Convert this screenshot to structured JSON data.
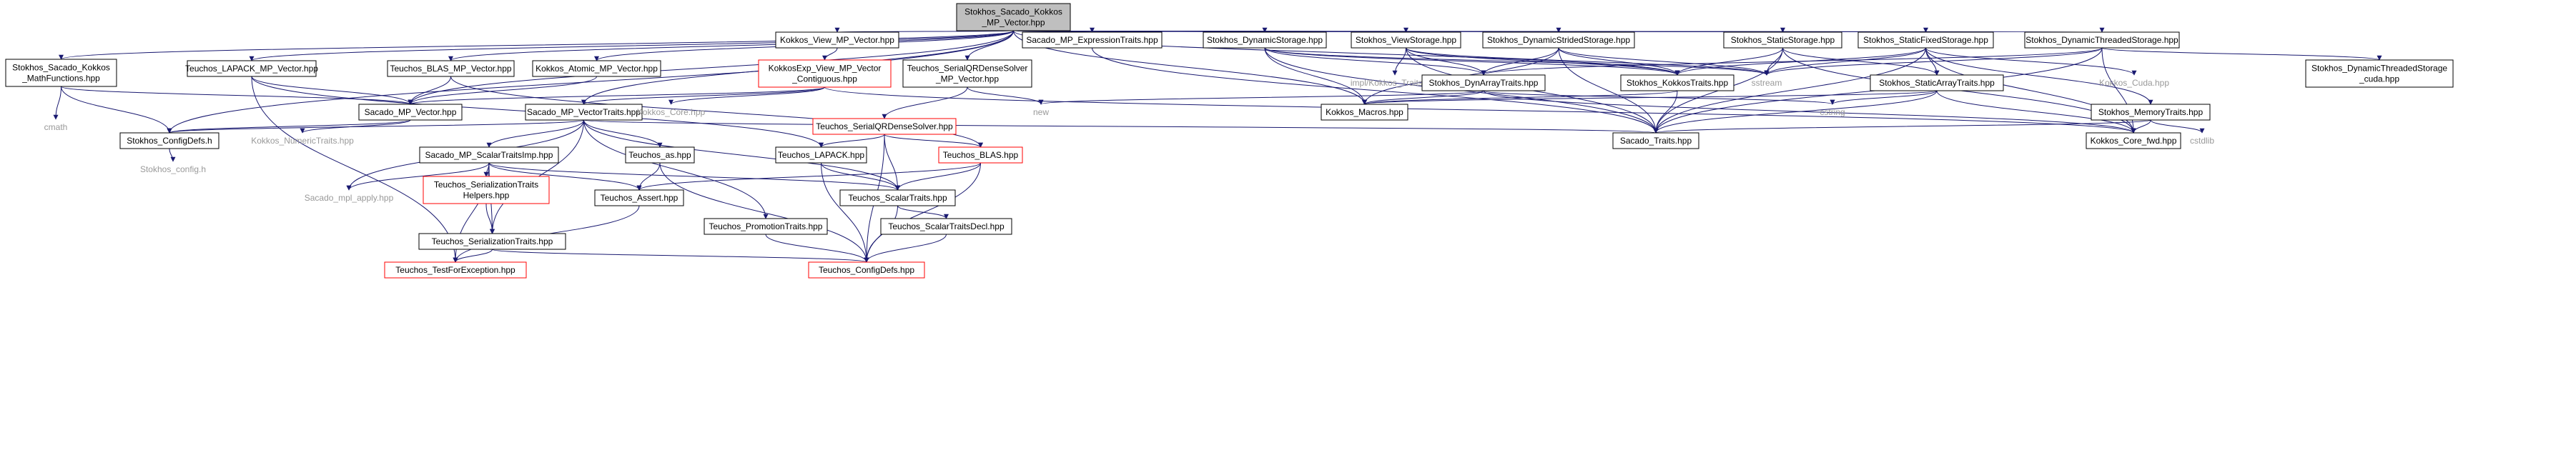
{
  "diagram": {
    "edge_color": "#191970",
    "root_fill": "#bfbfbf",
    "missing_doc_border": "#ff0000",
    "nodes": [
      {
        "id": "root",
        "lines": [
          "Stokhos_Sacado_Kokkos",
          "_MP_Vector.hpp"
        ],
        "style": "root"
      },
      {
        "id": "mathfn",
        "lines": [
          "Stokhos_Sacado_Kokkos",
          "_MathFunctions.hpp"
        ],
        "style": "normal"
      },
      {
        "id": "cmath",
        "lines": [
          "cmath"
        ],
        "style": "bare"
      },
      {
        "id": "lapackmp",
        "lines": [
          "Teuchos_LAPACK_MP_Vector.hpp"
        ],
        "style": "normal"
      },
      {
        "id": "blasmp",
        "lines": [
          "Teuchos_BLAS_MP_Vector.hpp"
        ],
        "style": "normal"
      },
      {
        "id": "atomicmp",
        "lines": [
          "Kokkos_Atomic_MP_Vector.hpp"
        ],
        "style": "normal"
      },
      {
        "id": "viewmp",
        "lines": [
          "Kokkos_View_MP_Vector.hpp"
        ],
        "style": "normal"
      },
      {
        "id": "viewcontig",
        "lines": [
          "KokkosExp_View_MP_Vector",
          "_Contiguous.hpp"
        ],
        "style": "red"
      },
      {
        "id": "serialqrmp",
        "lines": [
          "Teuchos_SerialQRDenseSolver",
          "_MP_Vector.hpp"
        ],
        "style": "normal"
      },
      {
        "id": "exprtraits",
        "lines": [
          "Sacado_MP_ExpressionTraits.hpp"
        ],
        "style": "normal"
      },
      {
        "id": "dynstorage",
        "lines": [
          "Stokhos_DynamicStorage.hpp"
        ],
        "style": "normal"
      },
      {
        "id": "viewstorage",
        "lines": [
          "Stokhos_ViewStorage.hpp"
        ],
        "style": "normal"
      },
      {
        "id": "dynstrided",
        "lines": [
          "Stokhos_DynamicStridedStorage.hpp"
        ],
        "style": "normal"
      },
      {
        "id": "staticstorage",
        "lines": [
          "Stokhos_StaticStorage.hpp"
        ],
        "style": "normal"
      },
      {
        "id": "staticfixed",
        "lines": [
          "Stokhos_StaticFixedStorage.hpp"
        ],
        "style": "normal"
      },
      {
        "id": "dynthreaded",
        "lines": [
          "Stokhos_DynamicThreadedStorage.hpp"
        ],
        "style": "normal"
      },
      {
        "id": "dynthreadedcuda",
        "lines": [
          "Stokhos_DynamicThreadedStorage",
          "_cuda.hpp"
        ],
        "style": "normal"
      },
      {
        "id": "impltraits",
        "lines": [
          "impl/Kokkos_Traits.hpp"
        ],
        "style": "bare"
      },
      {
        "id": "dynarraytraits",
        "lines": [
          "Stokhos_DynArrayTraits.hpp"
        ],
        "style": "normal"
      },
      {
        "id": "kokkostraits",
        "lines": [
          "Stokhos_KokkosTraits.hpp"
        ],
        "style": "normal"
      },
      {
        "id": "sstream",
        "lines": [
          "sstream"
        ],
        "style": "bare"
      },
      {
        "id": "kokkoscuda",
        "lines": [
          "Kokkos_Cuda.hpp"
        ],
        "style": "bare"
      },
      {
        "id": "staticarraytraits",
        "lines": [
          "Stokhos_StaticArrayTraits.hpp"
        ],
        "style": "normal"
      },
      {
        "id": "mpvector",
        "lines": [
          "Sacado_MP_Vector.hpp"
        ],
        "style": "normal"
      },
      {
        "id": "mpvectortraits",
        "lines": [
          "Sacado_MP_VectorTraits.hpp"
        ],
        "style": "normal"
      },
      {
        "id": "kokkoscore",
        "lines": [
          "Kokkos_Core.hpp"
        ],
        "style": "bare"
      },
      {
        "id": "new",
        "lines": [
          "new"
        ],
        "style": "bare"
      },
      {
        "id": "kokkosmacros",
        "lines": [
          "Kokkos_Macros.hpp"
        ],
        "style": "normal"
      },
      {
        "id": "cstring",
        "lines": [
          "cstring"
        ],
        "style": "bare"
      },
      {
        "id": "memorytraits",
        "lines": [
          "Stokhos_MemoryTraits.hpp"
        ],
        "style": "normal"
      },
      {
        "id": "cstdlib",
        "lines": [
          "cstdlib"
        ],
        "style": "bare"
      },
      {
        "id": "configdefs",
        "lines": [
          "Stokhos_ConfigDefs.h"
        ],
        "style": "normal"
      },
      {
        "id": "stokhosconfig",
        "lines": [
          "Stokhos_config.h"
        ],
        "style": "bare"
      },
      {
        "id": "numerictraits",
        "lines": [
          "Kokkos_NumericTraits.hpp"
        ],
        "style": "bare"
      },
      {
        "id": "serialqr",
        "lines": [
          "Teuchos_SerialQRDenseSolver.hpp"
        ],
        "style": "red"
      },
      {
        "id": "teuchoslapack",
        "lines": [
          "Teuchos_LAPACK.hpp"
        ],
        "style": "normal"
      },
      {
        "id": "teuchosblas",
        "lines": [
          "Teuchos_BLAS.hpp"
        ],
        "style": "red"
      },
      {
        "id": "scalartraitsimp",
        "lines": [
          "Sacado_MP_ScalarTraitsImp.hpp"
        ],
        "style": "normal"
      },
      {
        "id": "teuchosas",
        "lines": [
          "Teuchos_as.hpp"
        ],
        "style": "normal"
      },
      {
        "id": "sacadotraits",
        "lines": [
          "Sacado_Traits.hpp"
        ],
        "style": "normal"
      },
      {
        "id": "kokkoscorefwd",
        "lines": [
          "Kokkos_Core_fwd.hpp"
        ],
        "style": "normal"
      },
      {
        "id": "mplapply",
        "lines": [
          "Sacado_mpl_apply.hpp"
        ],
        "style": "bare"
      },
      {
        "id": "serialhelpers",
        "lines": [
          "Teuchos_SerializationTraits",
          "Helpers.hpp"
        ],
        "style": "red"
      },
      {
        "id": "teuchosassert",
        "lines": [
          "Teuchos_Assert.hpp"
        ],
        "style": "normal"
      },
      {
        "id": "scalartraits",
        "lines": [
          "Teuchos_ScalarTraits.hpp"
        ],
        "style": "normal"
      },
      {
        "id": "scalartraitsdecl",
        "lines": [
          "Teuchos_ScalarTraitsDecl.hpp"
        ],
        "style": "normal"
      },
      {
        "id": "serialtraits",
        "lines": [
          "Teuchos_SerializationTraits.hpp"
        ],
        "style": "normal"
      },
      {
        "id": "promotiontraits",
        "lines": [
          "Teuchos_PromotionTraits.hpp"
        ],
        "style": "normal"
      },
      {
        "id": "testforexception",
        "lines": [
          "Teuchos_TestForException.hpp"
        ],
        "style": "red"
      },
      {
        "id": "teuchosconfigdefs",
        "lines": [
          "Teuchos_ConfigDefs.hpp"
        ],
        "style": "red"
      }
    ],
    "edges": [
      [
        "root",
        "mathfn"
      ],
      [
        "root",
        "lapackmp"
      ],
      [
        "root",
        "blasmp"
      ],
      [
        "root",
        "atomicmp"
      ],
      [
        "root",
        "viewmp"
      ],
      [
        "root",
        "serialqrmp"
      ],
      [
        "root",
        "exprtraits"
      ],
      [
        "root",
        "dynstorage"
      ],
      [
        "root",
        "viewstorage"
      ],
      [
        "root",
        "dynstrided"
      ],
      [
        "root",
        "staticstorage"
      ],
      [
        "root",
        "staticfixed"
      ],
      [
        "root",
        "dynthreaded"
      ],
      [
        "root",
        "configdefs"
      ],
      [
        "root",
        "mpvector"
      ],
      [
        "root",
        "mpvectortraits"
      ],
      [
        "root",
        "kokkosmacros"
      ],
      [
        "root",
        "kokkostraits"
      ],
      [
        "mathfn",
        "cmath"
      ],
      [
        "mathfn",
        "configdefs"
      ],
      [
        "mathfn",
        "mpvector"
      ],
      [
        "lapackmp",
        "mpvector"
      ],
      [
        "lapackmp",
        "teuchoslapack"
      ],
      [
        "lapackmp",
        "testforexception"
      ],
      [
        "blasmp",
        "mpvector"
      ],
      [
        "blasmp",
        "teuchosblas"
      ],
      [
        "atomicmp",
        "mpvector"
      ],
      [
        "viewmp",
        "viewcontig"
      ],
      [
        "viewcontig",
        "mpvector"
      ],
      [
        "viewcontig",
        "mpvectortraits"
      ],
      [
        "viewcontig",
        "kokkoscore"
      ],
      [
        "viewcontig",
        "kokkoscorefwd"
      ],
      [
        "serialqrmp",
        "serialqr"
      ],
      [
        "serialqrmp",
        "new"
      ],
      [
        "exprtraits",
        "sacadotraits"
      ],
      [
        "dynstorage",
        "sacadotraits"
      ],
      [
        "dynstorage",
        "dynarraytraits"
      ],
      [
        "dynstorage",
        "kokkostraits"
      ],
      [
        "dynstorage",
        "kokkosmacros"
      ],
      [
        "dynstorage",
        "sstream"
      ],
      [
        "viewstorage",
        "impltraits"
      ],
      [
        "viewstorage",
        "dynarraytraits"
      ],
      [
        "viewstorage",
        "kokkostraits"
      ],
      [
        "viewstorage",
        "sacadotraits"
      ],
      [
        "viewstorage",
        "sstream"
      ],
      [
        "dynstrided",
        "sacadotraits"
      ],
      [
        "dynstrided",
        "dynarraytraits"
      ],
      [
        "dynstrided",
        "kokkostraits"
      ],
      [
        "dynstrided",
        "kokkosmacros"
      ],
      [
        "dynstrided",
        "sstream"
      ],
      [
        "staticstorage",
        "staticarraytraits"
      ],
      [
        "staticstorage",
        "kokkostraits"
      ],
      [
        "staticstorage",
        "sacadotraits"
      ],
      [
        "staticstorage",
        "sstream"
      ],
      [
        "staticstorage",
        "kokkoscorefwd"
      ],
      [
        "staticfixed",
        "staticarraytraits"
      ],
      [
        "staticfixed",
        "memorytraits"
      ],
      [
        "staticfixed",
        "kokkostraits"
      ],
      [
        "staticfixed",
        "sacadotraits"
      ],
      [
        "staticfixed",
        "sstream"
      ],
      [
        "staticfixed",
        "kokkoscuda"
      ],
      [
        "staticfixed",
        "kokkoscorefwd"
      ],
      [
        "dynthreaded",
        "dynthreadedcuda"
      ],
      [
        "dynthreaded",
        "dynarraytraits"
      ],
      [
        "dynthreaded",
        "sacadotraits"
      ],
      [
        "dynthreaded",
        "sstream"
      ],
      [
        "dynthreaded",
        "kokkoscorefwd"
      ],
      [
        "dynarraytraits",
        "new"
      ],
      [
        "dynarraytraits",
        "kokkosmacros"
      ],
      [
        "dynarraytraits",
        "cstring"
      ],
      [
        "dynarraytraits",
        "kokkoscorefwd"
      ],
      [
        "kokkostraits",
        "kokkosmacros"
      ],
      [
        "kokkostraits",
        "sacadotraits"
      ],
      [
        "staticarraytraits",
        "cstring"
      ],
      [
        "staticarraytraits",
        "kokkosmacros"
      ],
      [
        "staticarraytraits",
        "sacadotraits"
      ],
      [
        "staticarraytraits",
        "kokkoscorefwd"
      ],
      [
        "memorytraits",
        "cstdlib"
      ],
      [
        "memorytraits",
        "kokkoscorefwd"
      ],
      [
        "memorytraits",
        "sacadotraits"
      ],
      [
        "mpvector",
        "configdefs"
      ],
      [
        "mpvector",
        "numerictraits"
      ],
      [
        "mpvectortraits",
        "configdefs"
      ],
      [
        "mpvectortraits",
        "scalartraitsimp"
      ],
      [
        "mpvectortraits",
        "teuchosas"
      ],
      [
        "mpvectortraits",
        "serialtraits"
      ],
      [
        "mpvectortraits",
        "promotiontraits"
      ],
      [
        "mpvectortraits",
        "scalartraits"
      ],
      [
        "mpvectortraits",
        "mplapply"
      ],
      [
        "mpvectortraits",
        "sacadotraits"
      ],
      [
        "configdefs",
        "stokhosconfig"
      ],
      [
        "serialqr",
        "teuchoslapack"
      ],
      [
        "serialqr",
        "teuchosblas"
      ],
      [
        "serialqr",
        "teuchosconfigdefs"
      ],
      [
        "serialqr",
        "scalartraits"
      ],
      [
        "teuchoslapack",
        "scalartraits"
      ],
      [
        "teuchoslapack",
        "teuchosconfigdefs"
      ],
      [
        "teuchosblas",
        "teuchosassert"
      ],
      [
        "teuchosblas",
        "scalartraits"
      ],
      [
        "teuchosblas",
        "teuchosconfigdefs"
      ],
      [
        "scalartraitsimp",
        "mplapply"
      ],
      [
        "scalartraitsimp",
        "serialhelpers"
      ],
      [
        "scalartraitsimp",
        "serialtraits"
      ],
      [
        "scalartraitsimp",
        "teuchosassert"
      ],
      [
        "scalartraitsimp",
        "scalartraits"
      ],
      [
        "scalartraitsimp",
        "testforexception"
      ],
      [
        "teuchosas",
        "teuchosassert"
      ],
      [
        "teuchosas",
        "teuchosconfigdefs"
      ],
      [
        "serialhelpers",
        "serialtraits"
      ],
      [
        "teuchosassert",
        "testforexception"
      ],
      [
        "scalartraits",
        "scalartraitsdecl"
      ],
      [
        "scalartraits",
        "teuchosconfigdefs"
      ],
      [
        "scalartraitsdecl",
        "teuchosconfigdefs"
      ],
      [
        "serialtraits",
        "testforexception"
      ],
      [
        "serialtraits",
        "teuchosconfigdefs"
      ],
      [
        "promotiontraits",
        "teuchosconfigdefs"
      ]
    ]
  }
}
